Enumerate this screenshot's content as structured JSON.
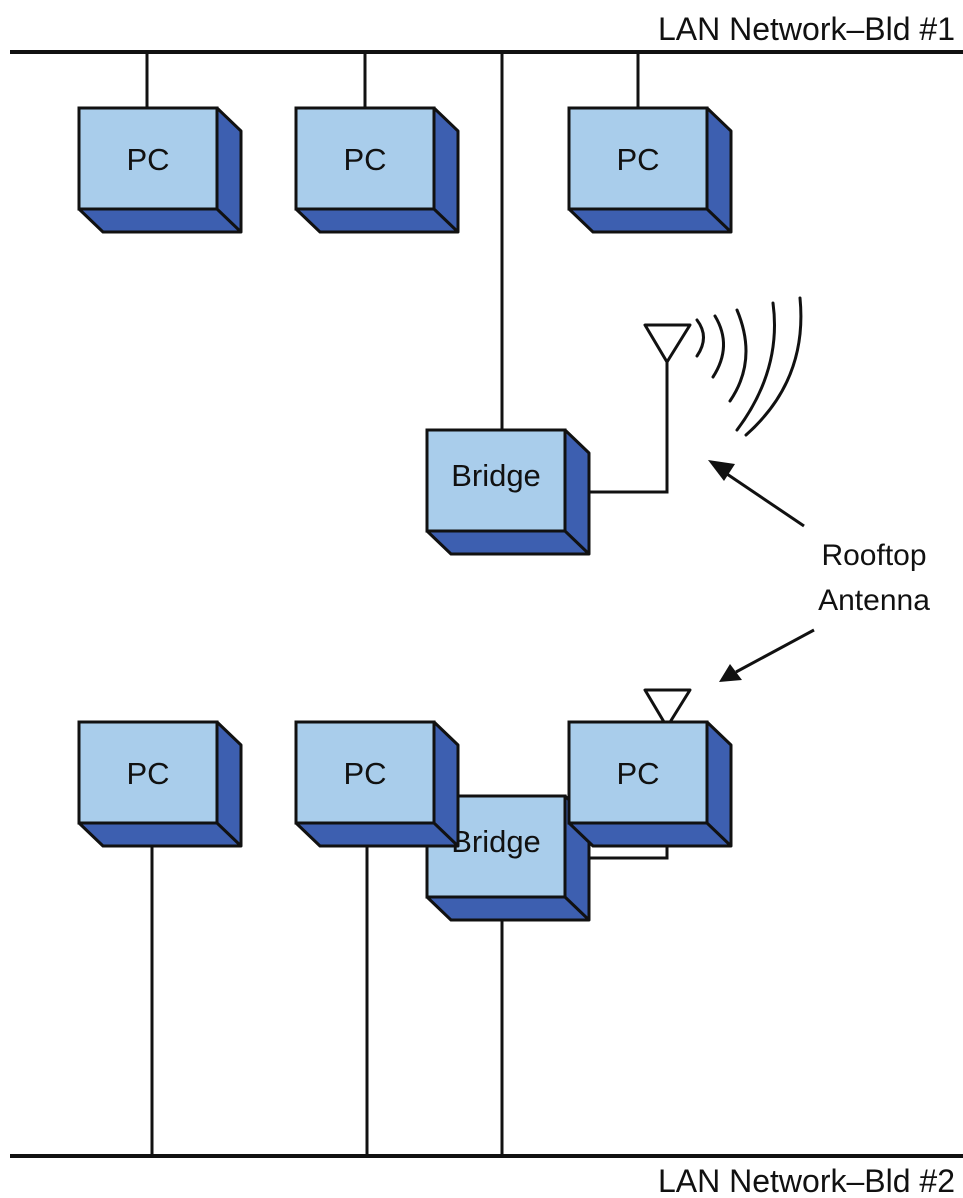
{
  "colors": {
    "box_front": "#a9cdeb",
    "box_side": "#3d5fb0",
    "line": "#111111",
    "background": "#ffffff"
  },
  "networks": {
    "bld1_label": "LAN Network–Bld #1",
    "bld2_label": "LAN Network–Bld #2"
  },
  "bld1": {
    "pcs": [
      {
        "label": "PC"
      },
      {
        "label": "PC"
      },
      {
        "label": "PC"
      }
    ],
    "bridge": {
      "label": "Bridge"
    }
  },
  "bld2": {
    "pcs": [
      {
        "label": "PC"
      },
      {
        "label": "PC"
      },
      {
        "label": "PC"
      }
    ],
    "bridge": {
      "label": "Bridge"
    }
  },
  "callout": {
    "line1": "Rooftop",
    "line2": "Antenna"
  },
  "icons": [
    "antenna-icon",
    "radio-waves-icon"
  ]
}
